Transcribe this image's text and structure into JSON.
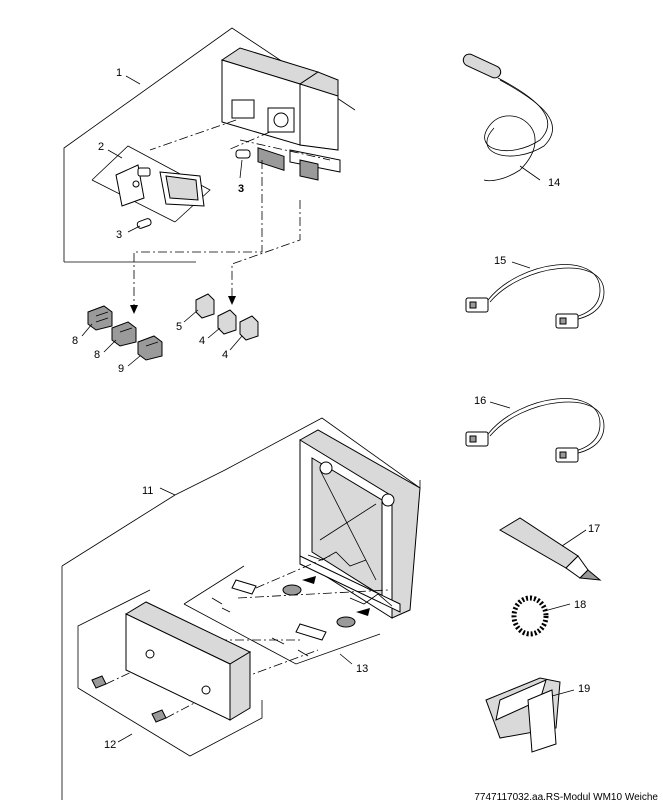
{
  "callouts": {
    "c1": "1",
    "c2": "2",
    "c3a": "3",
    "c3b": "3",
    "c4a": "4",
    "c4b": "4",
    "c5": "5",
    "c8a": "8",
    "c8b": "8",
    "c9": "9",
    "c11": "11",
    "c12": "12",
    "c13": "13",
    "c14": "14",
    "c15": "15",
    "c16": "16",
    "c17": "17",
    "c18": "18",
    "c19": "19"
  },
  "caption": "7747117032.aa.RS-Modul WM10 Weiche"
}
